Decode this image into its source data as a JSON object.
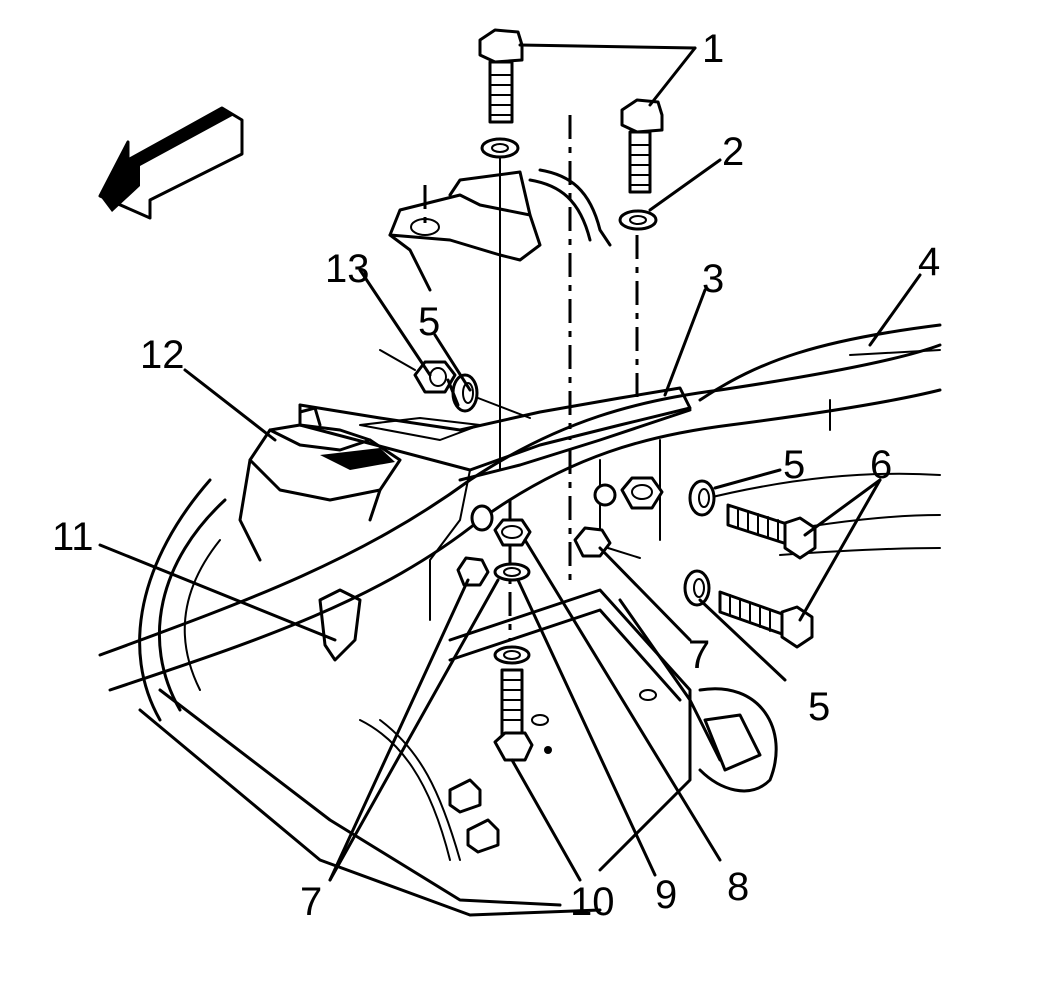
{
  "diagram": {
    "callouts": [
      {
        "id": "c1",
        "text": "1"
      },
      {
        "id": "c2",
        "text": "2"
      },
      {
        "id": "c3",
        "text": "3"
      },
      {
        "id": "c4",
        "text": "4"
      },
      {
        "id": "c5a",
        "text": "5"
      },
      {
        "id": "c5b",
        "text": "5"
      },
      {
        "id": "c5c",
        "text": "5"
      },
      {
        "id": "c6",
        "text": "6"
      },
      {
        "id": "c7a",
        "text": "7"
      },
      {
        "id": "c7b",
        "text": "7"
      },
      {
        "id": "c8",
        "text": "8"
      },
      {
        "id": "c9",
        "text": "9"
      },
      {
        "id": "c10",
        "text": "10"
      },
      {
        "id": "c11",
        "text": "11"
      },
      {
        "id": "c12",
        "text": "12"
      },
      {
        "id": "c13",
        "text": "13"
      }
    ],
    "colors": {
      "ink": "#000000",
      "paper": "#ffffff"
    }
  }
}
